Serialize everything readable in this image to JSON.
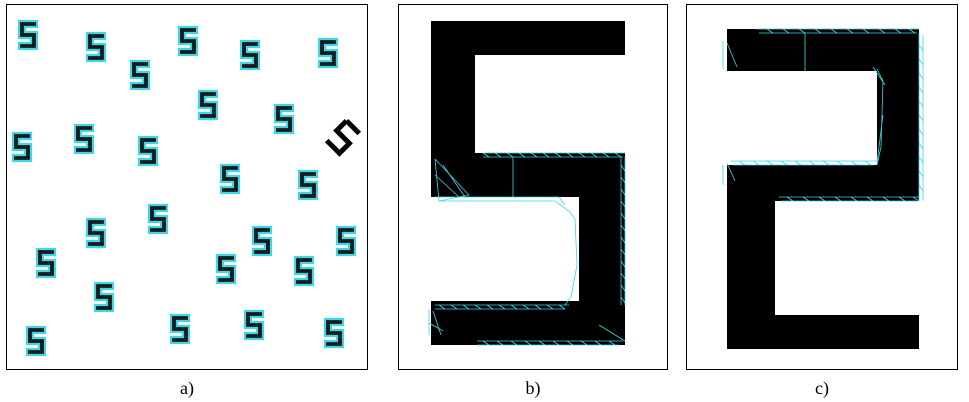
{
  "figure": {
    "panels": [
      {
        "id": "a",
        "caption": "a)"
      },
      {
        "id": "b",
        "caption": "b)"
      },
      {
        "id": "c",
        "caption": "c)"
      }
    ]
  },
  "colors": {
    "glyph_fill": "#000000",
    "mesh_line": "#3fd6e6",
    "frame": "#000000",
    "background": "#ffffff"
  }
}
